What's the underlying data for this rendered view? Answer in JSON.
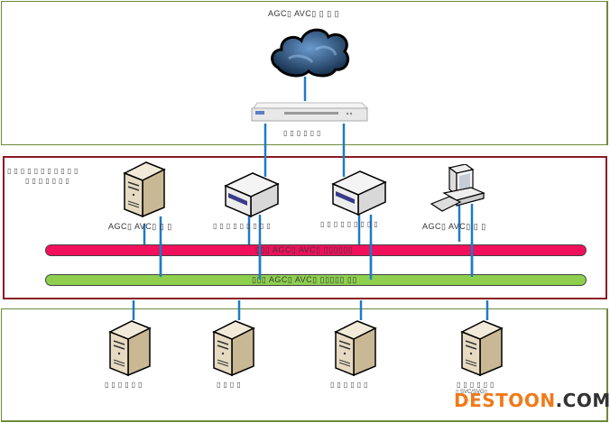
{
  "zones": {
    "top": {
      "name": "upper-dispatch-zone"
    },
    "middle": {
      "name": "plant-network-zone",
      "label_line1": "▯▯▯▯▯▯▯▯▯▯▯",
      "label_line2": "▯▯▯▯▯▯▯"
    },
    "bottom": {
      "name": "unit-control-zone"
    }
  },
  "cloud": {
    "label": "AGC▯ AVC▯ ▯ ▯ ▯"
  },
  "gateway": {
    "label": "▯▯▯▯▯▯"
  },
  "middle_devices": [
    {
      "type": "server",
      "label": "AGC▯ AVC▯ ▯ ▯"
    },
    {
      "type": "switch",
      "label": "▯▯▯▯▯▯▯▯▯"
    },
    {
      "type": "switch",
      "label": "▯▯▯▯▯▯▯▯▯"
    },
    {
      "type": "workstation",
      "label": "AGC▯ AVC▯ ▯ ▯"
    }
  ],
  "buses": {
    "red": {
      "label": "▯▯▯ AGC▯ AVC▯ ▯▯▯▯▯▯",
      "color": "#f0105c"
    },
    "green": {
      "label": "▯▯▯ AGC▯ AVC▯ ▯▯▯▯▯ ▯▯",
      "color": "#8ed04e"
    }
  },
  "bottom_devices": [
    {
      "type": "server",
      "label": "▯▯▯▯▯▯"
    },
    {
      "type": "server",
      "label": "▯▯▯▯"
    },
    {
      "type": "server",
      "label": "▯▯▯▯▯▯"
    },
    {
      "type": "server",
      "label": "▯▯▯▯▯▯",
      "sublabel": "▯ SVC/SVG▯"
    }
  ],
  "watermark": {
    "part1": "DESTOON",
    "part2": ".COM"
  },
  "colors": {
    "wire": "#1f7ac4",
    "zone_green": "#6e8a3a",
    "zone_red": "#8a1a22"
  }
}
